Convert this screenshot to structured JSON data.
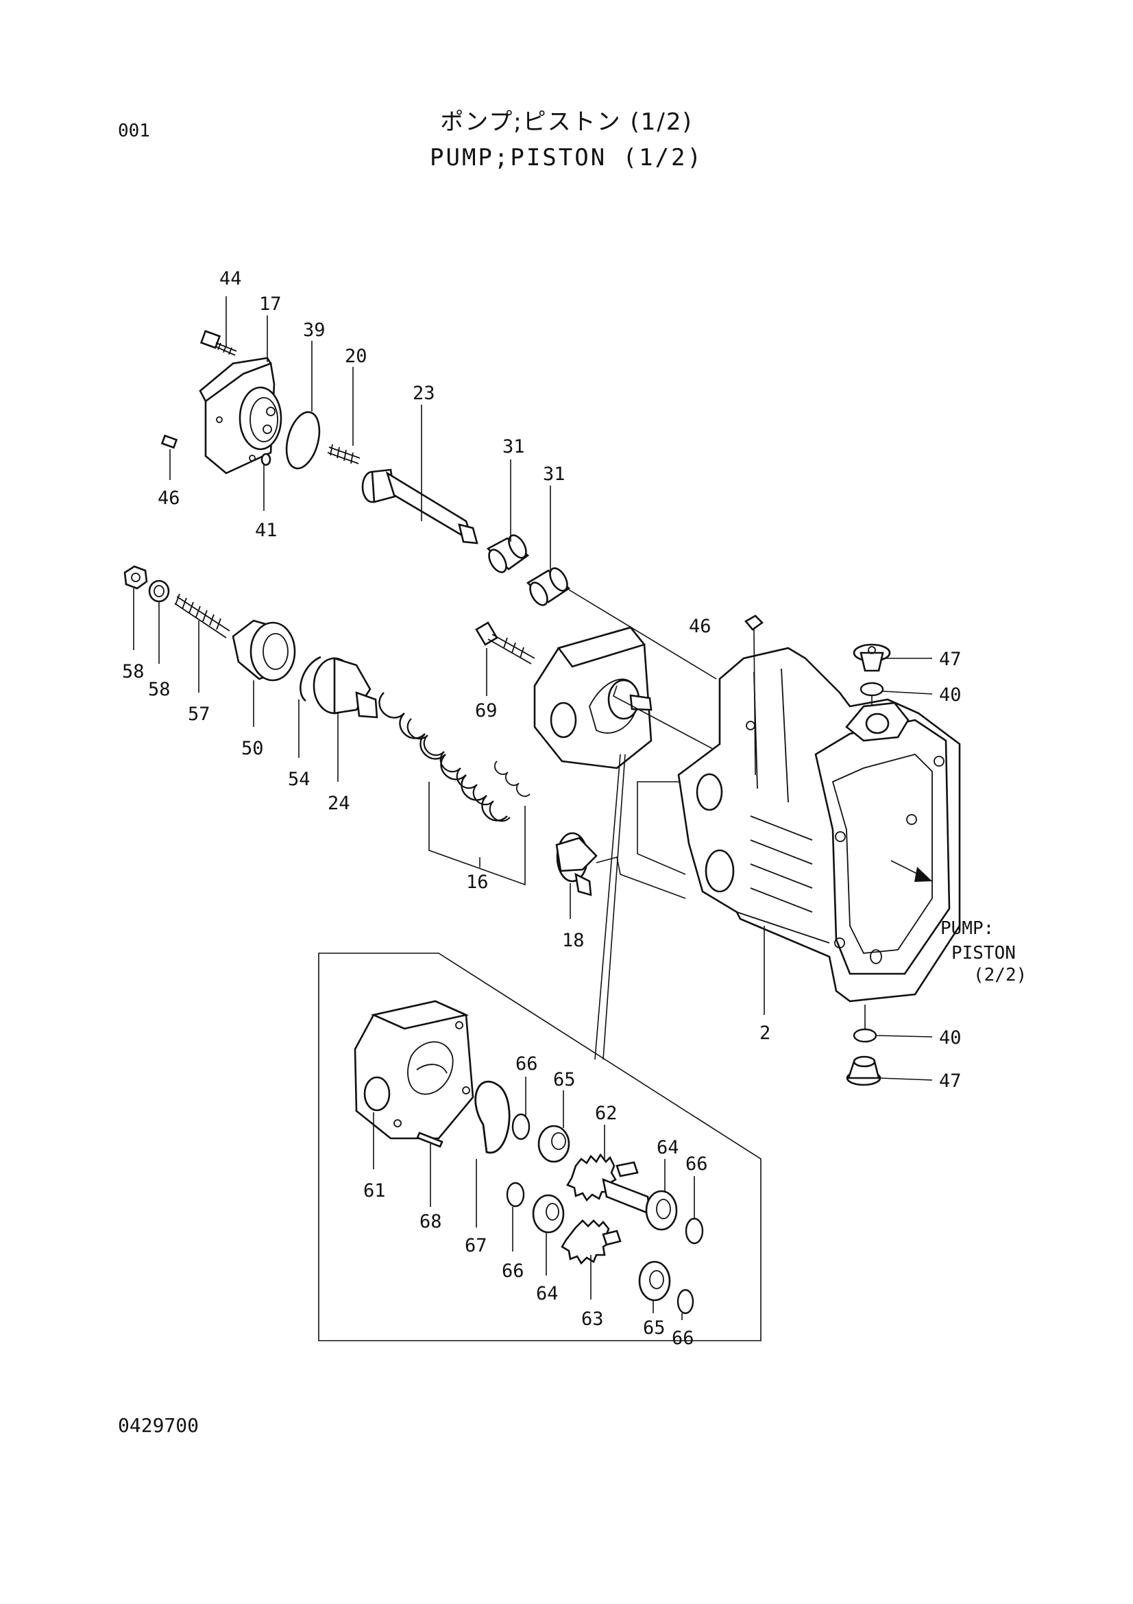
{
  "header": {
    "page_code": "001",
    "title_jp": "ポンプ;ピストン (1/2)",
    "title_en": "PUMP;PISTON (1/2)"
  },
  "footer": {
    "drawing_number": "0429700"
  },
  "cross_reference": {
    "line1": "PUMP:",
    "line2": "PISTON",
    "line3": "(2/2)"
  },
  "callouts": {
    "c44": "44",
    "c17": "17",
    "c39": "39",
    "c20": "20",
    "c23": "23",
    "c31a": "31",
    "c31b": "31",
    "c46a": "46",
    "c41": "41",
    "c58a": "58",
    "c58b": "58",
    "c57": "57",
    "c50": "50",
    "c54": "54",
    "c24": "24",
    "c16": "16",
    "c18": "18",
    "c69": "69",
    "c46b": "46",
    "c47a": "47",
    "c40a": "40",
    "c2": "2",
    "c40b": "40",
    "c47b": "47",
    "c61": "61",
    "c68": "68",
    "c67": "67",
    "c66a": "66",
    "c65a": "65",
    "c62": "62",
    "c64a": "64",
    "c66b": "66",
    "c66c": "66",
    "c64b": "64",
    "c63": "63",
    "c65b": "65",
    "c66d": "66"
  }
}
